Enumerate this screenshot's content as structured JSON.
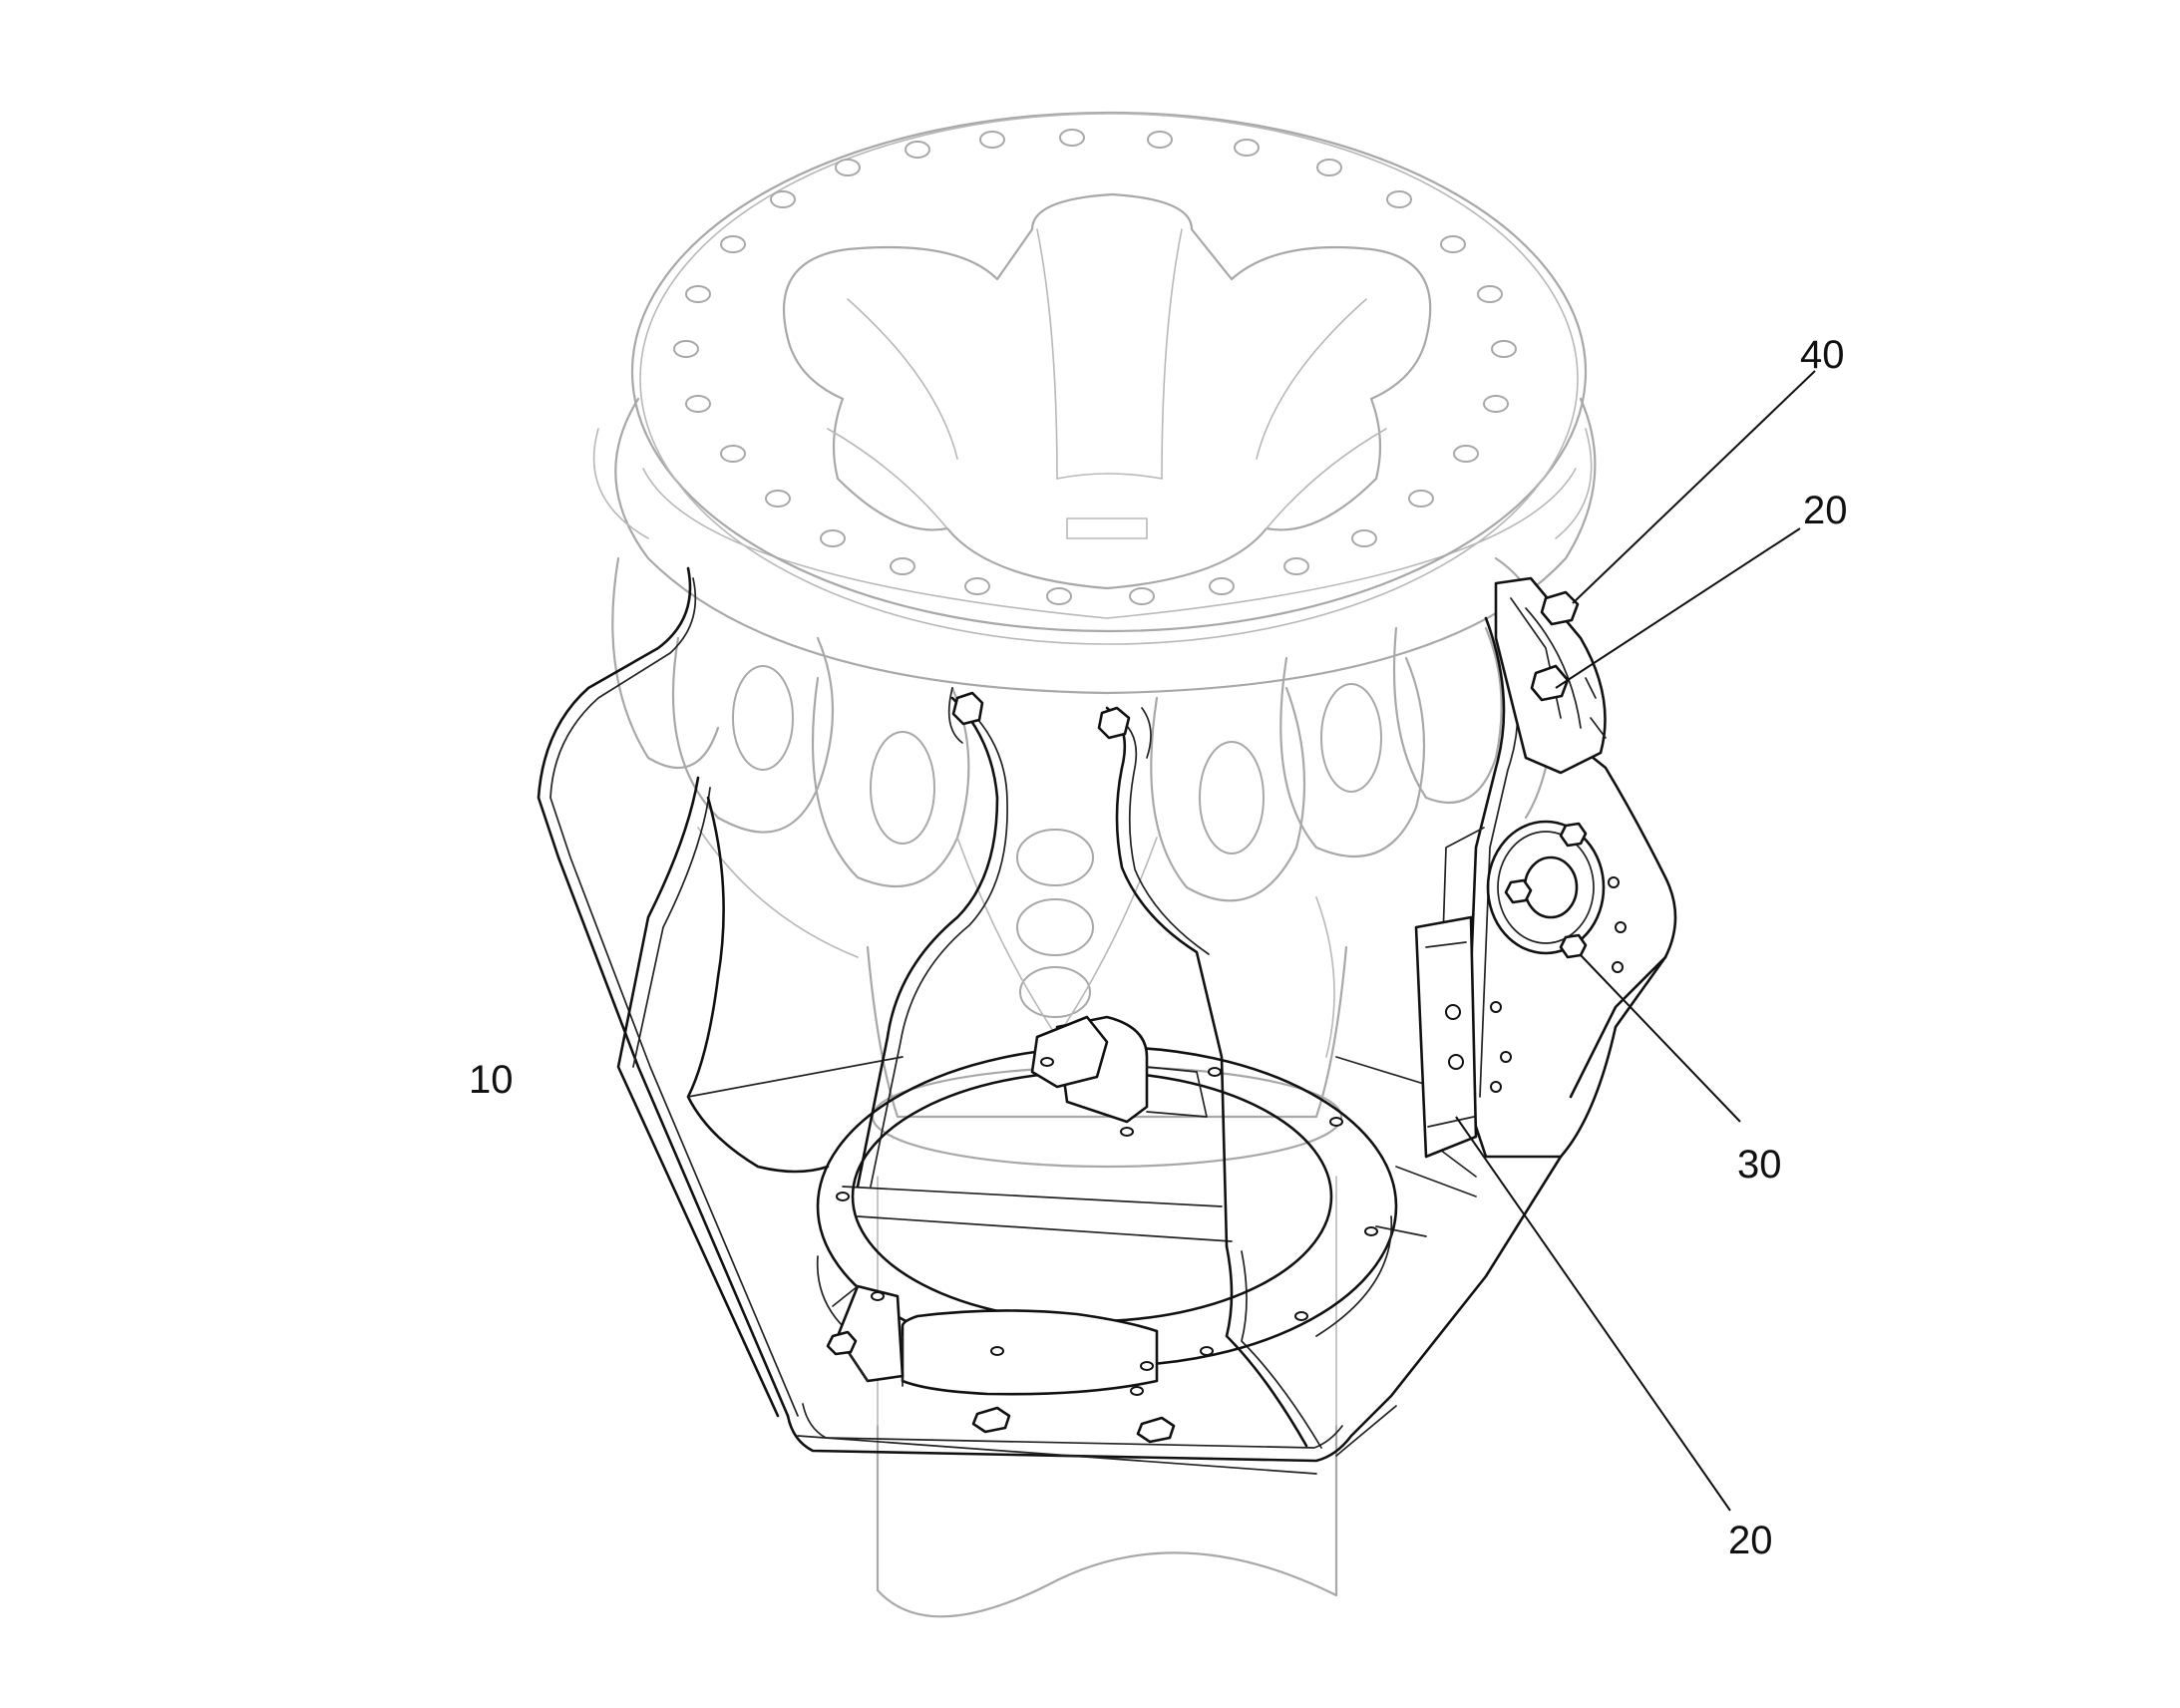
{
  "labels": {
    "ref_40": "40",
    "ref_20_upper": "20",
    "ref_10": "10",
    "ref_30": "30",
    "ref_20_lower": "20"
  },
  "colors": {
    "line": "#111111",
    "ghost_line": "#a8a8a8",
    "background": "#ffffff"
  }
}
